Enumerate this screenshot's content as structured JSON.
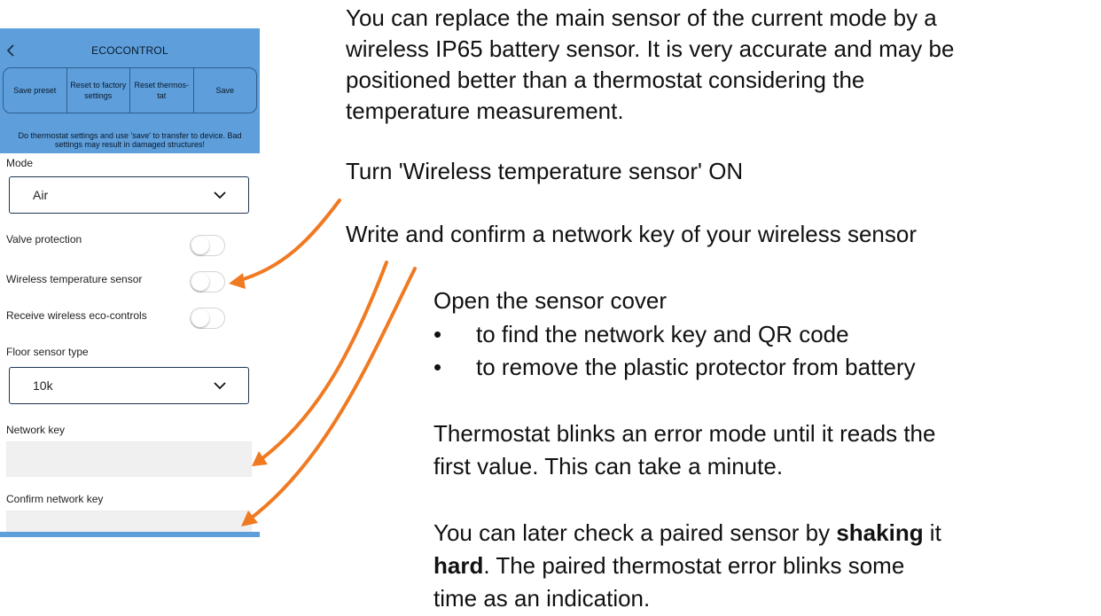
{
  "app": {
    "back_icon": "chevron-left-icon",
    "title": "ECOCONTROL",
    "buttons": [
      {
        "label": "Save preset"
      },
      {
        "label": "Reset to factory settings"
      },
      {
        "label": "Reset thermos-tat"
      },
      {
        "label": "Save"
      }
    ],
    "note": "Do thermostat settings and use 'save' to transfer to device. Bad settings may result in damaged structures!",
    "header_color": "#5d9edb"
  },
  "settings": {
    "mode_label": "Mode",
    "mode_value": "Air",
    "toggles": [
      {
        "label": "Valve protection",
        "on": false
      },
      {
        "label": "Wireless temperature sensor",
        "on": false
      },
      {
        "label": "Receive wireless eco-controls",
        "on": false
      }
    ],
    "floor_sensor_label": "Floor sensor type",
    "floor_sensor_value": "10k",
    "network_key_label": "Network key",
    "network_key_value": "",
    "confirm_key_label": "Confirm network key",
    "confirm_key_value": ""
  },
  "instructions": {
    "intro": [
      "You can replace the main sensor of the current mode by a",
      "wireless IP65 battery sensor. It is very accurate and may be",
      "positioned better than a thermostat considering the",
      "temperature measurement."
    ],
    "step_turn_on": "Turn 'Wireless temperature sensor' ON",
    "step_key": "Write and confirm a network key of your wireless sensor",
    "open_cover": "Open the sensor cover",
    "bullets": [
      "to find the network key and QR code",
      "to remove the plastic protector from battery"
    ],
    "blink": [
      "Thermostat blinks an error mode until it reads the",
      "first value. This can take a minute."
    ],
    "check": {
      "pre": "You can later check a paired sensor by ",
      "bold1": "shaking",
      "mid": " it",
      "bold2": "hard",
      "post": ". The paired thermostat error blinks some",
      "line3": "time as an indication."
    },
    "arrow_color": "#f07a22"
  }
}
